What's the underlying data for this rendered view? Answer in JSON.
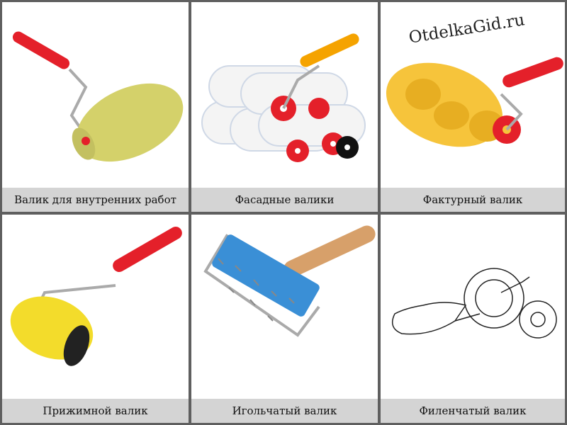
{
  "watermark": "OtdelkaGid.ru",
  "items": [
    {
      "caption": "Валик для внутренних работ",
      "icon": "plush-paint-roller-icon"
    },
    {
      "caption": "Фасадные валики",
      "icon": "facade-rollers-icon"
    },
    {
      "caption": "Фактурный валик",
      "icon": "textured-roller-icon"
    },
    {
      "caption": "Прижимной валик",
      "icon": "pressure-roller-icon"
    },
    {
      "caption": "Игольчатый валик",
      "icon": "spiked-roller-icon"
    },
    {
      "caption": "Филенчатый валик",
      "icon": "panel-roller-icon"
    }
  ],
  "colors": {
    "caption_bar": "#d4d4d4",
    "border": "#5f5f5f",
    "handle_red": "#e4202a",
    "handle_orange": "#f5a300",
    "foam_yellow": "#f3dc2b",
    "needle_blue": "#3a8fd6"
  }
}
